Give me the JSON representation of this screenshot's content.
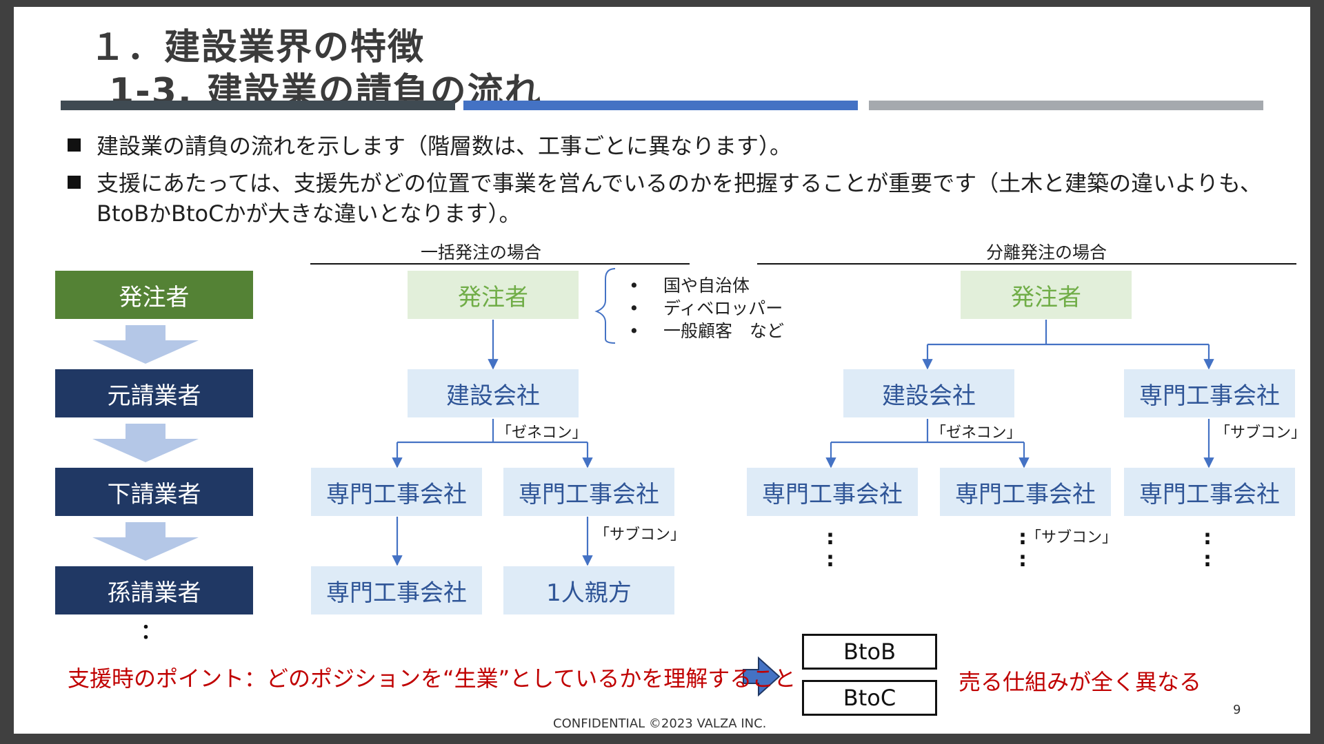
{
  "title": {
    "line1": "１．建設業界の特徴",
    "line2": "1-3.  建設業の請負の流れ"
  },
  "bullets": [
    "建設業の請負の流れを示します（階層数は、工事ごとに異なります）。",
    "支援にあたっては、支援先がどの位置で事業を営んでいるのかを把握することが重要です（土木と建築の違いよりも、",
    "BtoBかBtoCかが大きな違いとなります）。"
  ],
  "legend": {
    "items": [
      "発注者",
      "元請業者",
      "下請業者",
      "孫請業者"
    ],
    "continuation": "："
  },
  "lump_sum": {
    "heading": "一括発注の場合",
    "client": "発注者",
    "client_examples": [
      "国や自治体",
      "ディベロッパー",
      "一般顧客　など"
    ],
    "general_contractor": "建設会社",
    "genecon_label": "「ゼネコン」",
    "sub_left": "専門工事会社",
    "sub_right": "専門工事会社",
    "subcon_label": "「サブコン」",
    "sub2_left": "専門工事会社",
    "sub2_right": "1人親方"
  },
  "separate": {
    "heading": "分離発注の場合",
    "client": "発注者",
    "general_contractor": "建設会社",
    "specialist": "専門工事会社",
    "genecon_label": "「ゼネコン」",
    "subcon_label": "「サブコン」",
    "sub_a": "専門工事会社",
    "sub_b": "専門工事会社",
    "sub_c": "専門工事会社",
    "subcon_label2": "「サブコン」",
    "dots": ":"
  },
  "point": {
    "text": "支援時のポイント：どのポジションを“生業”としているかを理解すること",
    "btob": "BtoB",
    "btoc": "BtoC",
    "result": "売る仕組みが全く異なる"
  },
  "footer": {
    "confidential": "CONFIDENTIAL  ©2023 VALZA INC.",
    "page": "9"
  },
  "colors": {
    "dark_navy": "#203864",
    "green": "#548235",
    "pale_green": "#e2efda",
    "pale_blue": "#deebf7",
    "arrow_blue": "#b4c7e7",
    "line_blue": "#4472c4",
    "red": "#c00000"
  }
}
